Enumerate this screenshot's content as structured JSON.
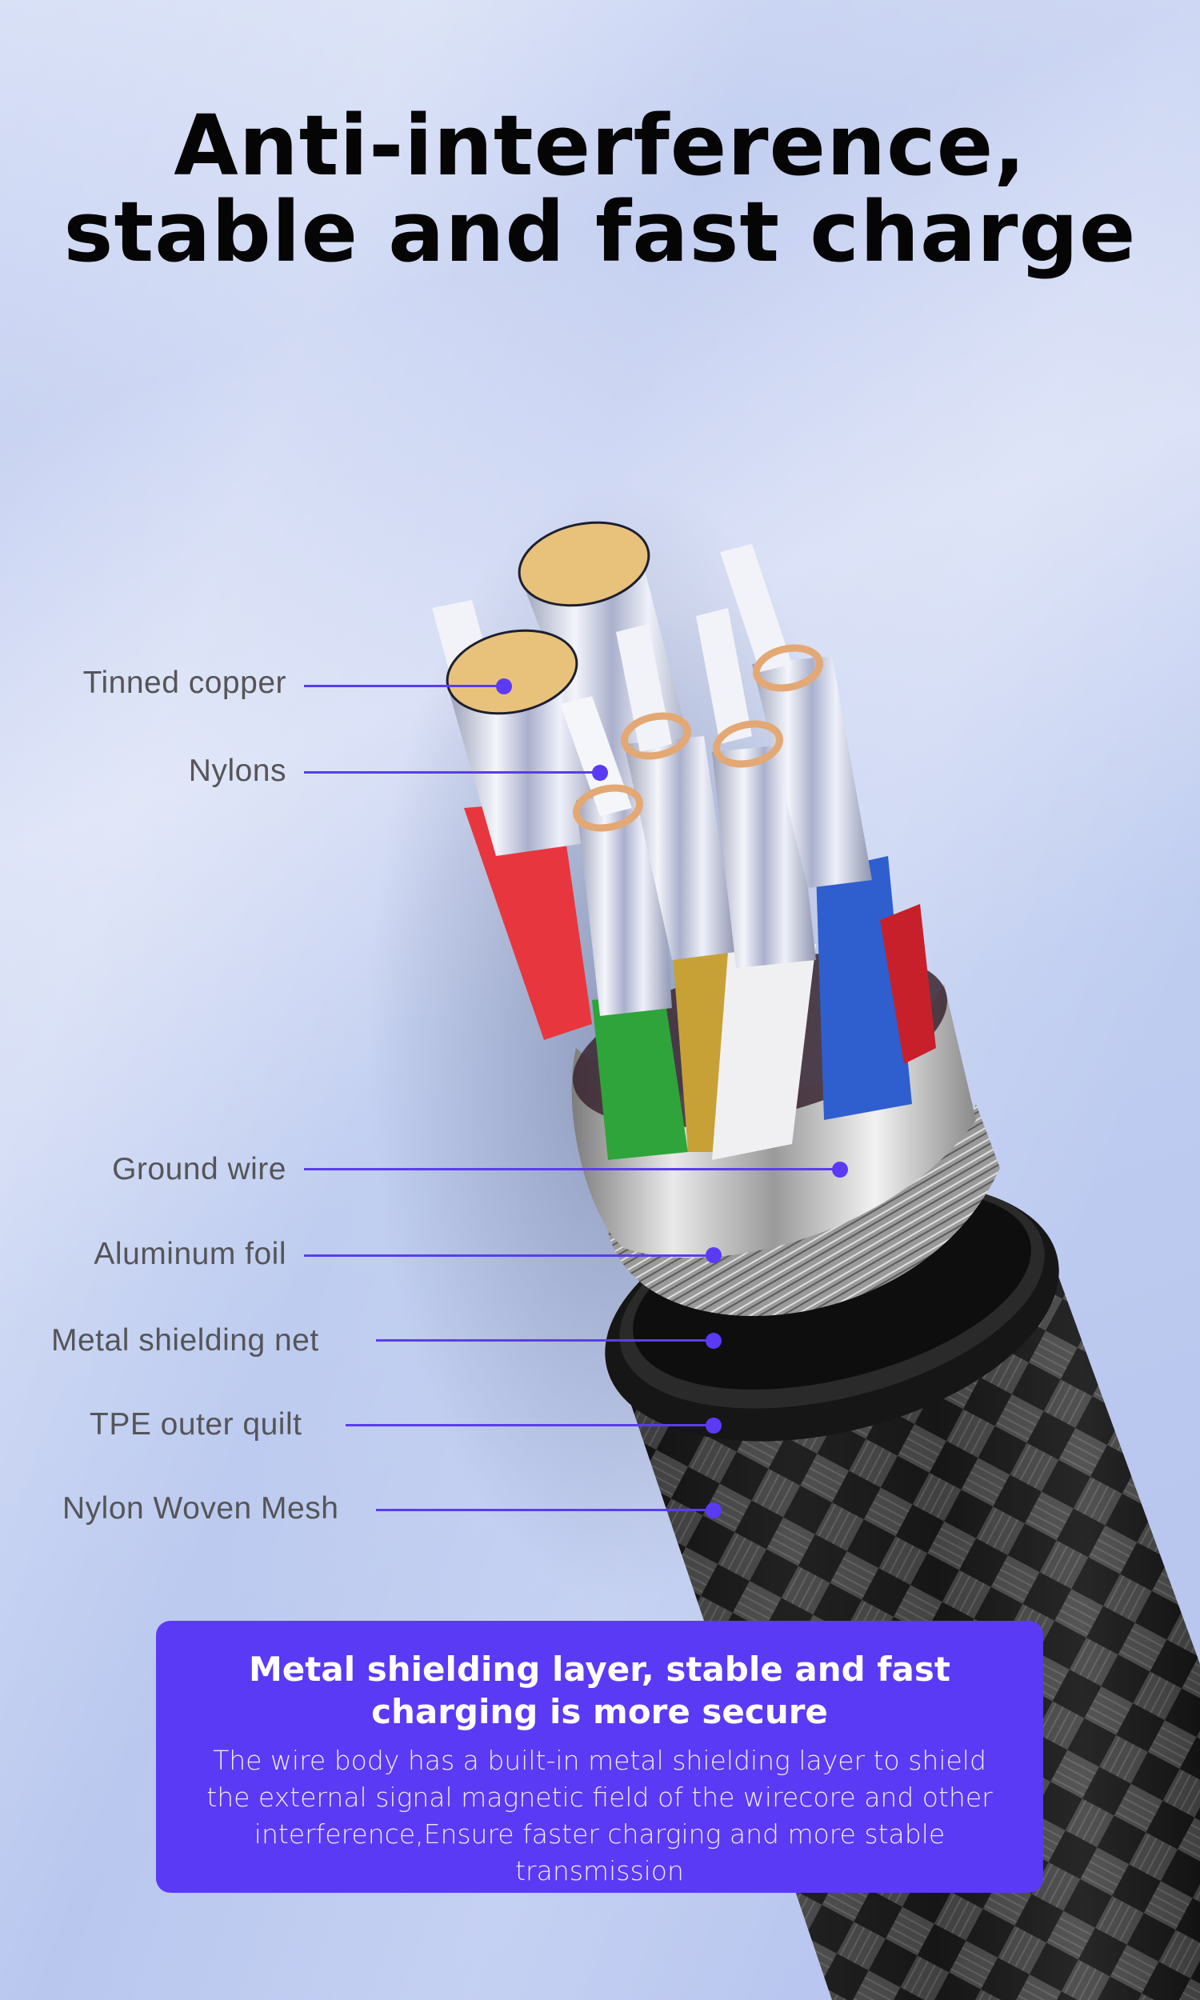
{
  "header": {
    "title_lines": [
      "Anti-interference,",
      "stable and fast charge"
    ]
  },
  "cable_layers": [
    {
      "label": "Tinned copper"
    },
    {
      "label": "Nylons"
    },
    {
      "label": "Ground wire"
    },
    {
      "label": "Aluminum foil"
    },
    {
      "label": "Metal shielding net"
    },
    {
      "label": "TPE outer quilt"
    },
    {
      "label": "Nylon Woven Mesh"
    }
  ],
  "info_card": {
    "title_lines": [
      "Metal shielding layer, stable and fast",
      "charging is more secure"
    ],
    "body_lines": [
      "The wire body has a built-in metal shielding layer to shield",
      "the external signal magnetic field of the wirecore and other",
      "interference,Ensure faster charging and more stable",
      "transmission"
    ]
  },
  "colors": {
    "accent": "#5b3af5",
    "label_text": "#555559",
    "title_text": "#050505",
    "background": "#b8c6f0"
  }
}
